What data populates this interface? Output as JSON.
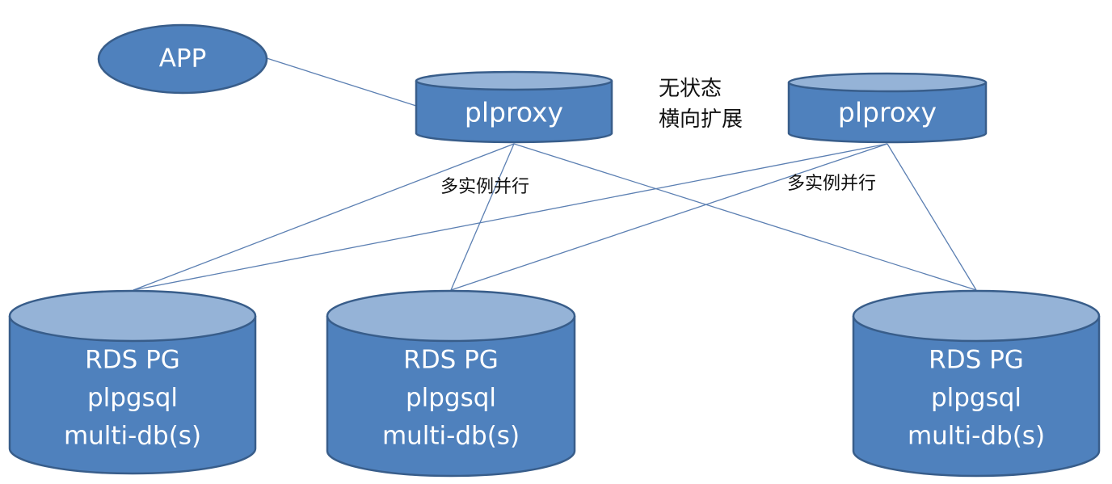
{
  "app": {
    "label": "APP"
  },
  "proxies": [
    {
      "label": "plproxy"
    },
    {
      "label": "plproxy"
    }
  ],
  "scale_note": {
    "line1": "无状态",
    "line2": "横向扩展"
  },
  "parallel_notes": [
    "多实例并行",
    "多实例并行"
  ],
  "databases": [
    {
      "line1": "RDS PG",
      "line2": "plpgsql",
      "line3": "multi-db(s)"
    },
    {
      "line1": "RDS PG",
      "line2": "plpgsql",
      "line3": "multi-db(s)"
    },
    {
      "line1": "RDS PG",
      "line2": "plpgsql",
      "line3": "multi-db(s)"
    }
  ],
  "colors": {
    "shape_fill": "#4f81bd",
    "shape_top": "#95b3d7",
    "shape_border": "#385d8a",
    "connector": "#5b7fb2"
  }
}
